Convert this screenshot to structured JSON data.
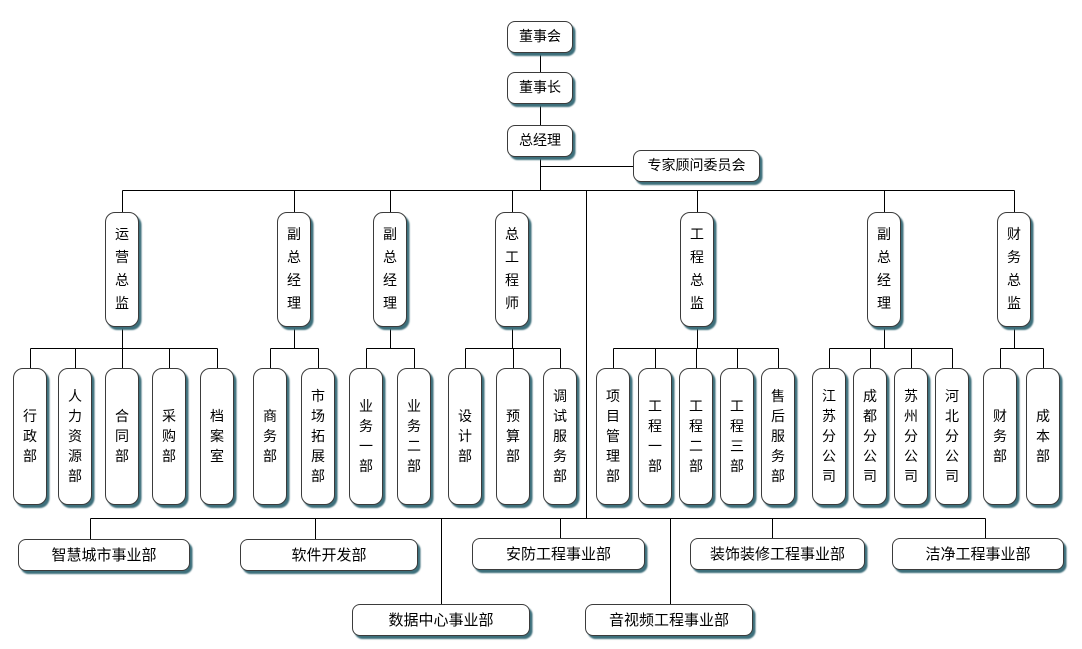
{
  "diagram": {
    "type": "org-chart",
    "colors": {
      "box_fill": "#ffffff",
      "box_border": "#3b3b3b",
      "box_shadow": "#3d6f7b",
      "line": "#000000",
      "text": "#000000",
      "background": "#ffffff"
    },
    "top_chain": [
      {
        "id": "board-of-directors",
        "label": "董事会"
      },
      {
        "id": "chairman",
        "label": "董事长"
      },
      {
        "id": "general-manager",
        "label": "总经理"
      }
    ],
    "advisory": {
      "id": "expert-advisory-committee",
      "label": "专家顾问委员会"
    },
    "executives": [
      {
        "id": "operations-director",
        "label": "运营总监",
        "children": [
          {
            "id": "admin-dept",
            "label": "行政部"
          },
          {
            "id": "hr-dept",
            "label": "人力资源部"
          },
          {
            "id": "contract-dept",
            "label": "合同部"
          },
          {
            "id": "procurement-dept",
            "label": "采购部"
          },
          {
            "id": "archives-room",
            "label": "档案室"
          }
        ]
      },
      {
        "id": "deputy-general-manager-1",
        "label": "副总经理",
        "children": [
          {
            "id": "commerce-dept",
            "label": "商务部"
          },
          {
            "id": "market-expansion-dept",
            "label": "市场拓展部"
          }
        ]
      },
      {
        "id": "deputy-general-manager-2",
        "label": "副总经理",
        "children": [
          {
            "id": "business-dept-1",
            "label": "业务一部"
          },
          {
            "id": "business-dept-2",
            "label": "业务二部"
          }
        ]
      },
      {
        "id": "chief-engineer",
        "label": "总工程师",
        "children": [
          {
            "id": "design-dept",
            "label": "设计部"
          },
          {
            "id": "budget-dept",
            "label": "预算部"
          },
          {
            "id": "commissioning-service-dept",
            "label": "调试服务部"
          }
        ]
      },
      {
        "id": "engineering-director",
        "label": "工程总监",
        "children": [
          {
            "id": "project-management-dept",
            "label": "项目管理部"
          },
          {
            "id": "engineering-dept-1",
            "label": "工程一部"
          },
          {
            "id": "engineering-dept-2",
            "label": "工程二部"
          },
          {
            "id": "engineering-dept-3",
            "label": "工程三部"
          },
          {
            "id": "after-sales-service-dept",
            "label": "售后服务部"
          }
        ]
      },
      {
        "id": "deputy-general-manager-3",
        "label": "副总经理",
        "children": [
          {
            "id": "jiangsu-branch",
            "label": "江苏分公司"
          },
          {
            "id": "chengdu-branch",
            "label": "成都分公司"
          },
          {
            "id": "suzhou-branch",
            "label": "苏州分公司"
          },
          {
            "id": "hebei-branch",
            "label": "河北分公司"
          }
        ]
      },
      {
        "id": "finance-director",
        "label": "财务总监",
        "children": [
          {
            "id": "finance-dept",
            "label": "财务部"
          },
          {
            "id": "cost-dept",
            "label": "成本部"
          }
        ]
      }
    ],
    "divisions": [
      {
        "id": "smart-city-division",
        "label": "智慧城市事业部"
      },
      {
        "id": "software-development-dept",
        "label": "软件开发部"
      },
      {
        "id": "security-engineering-division",
        "label": "安防工程事业部"
      },
      {
        "id": "decoration-engineering-division",
        "label": "装饰装修工程事业部"
      },
      {
        "id": "clean-engineering-division",
        "label": "洁净工程事业部"
      },
      {
        "id": "data-center-division",
        "label": "数据中心事业部"
      },
      {
        "id": "av-engineering-division",
        "label": "音视频工程事业部"
      }
    ]
  }
}
